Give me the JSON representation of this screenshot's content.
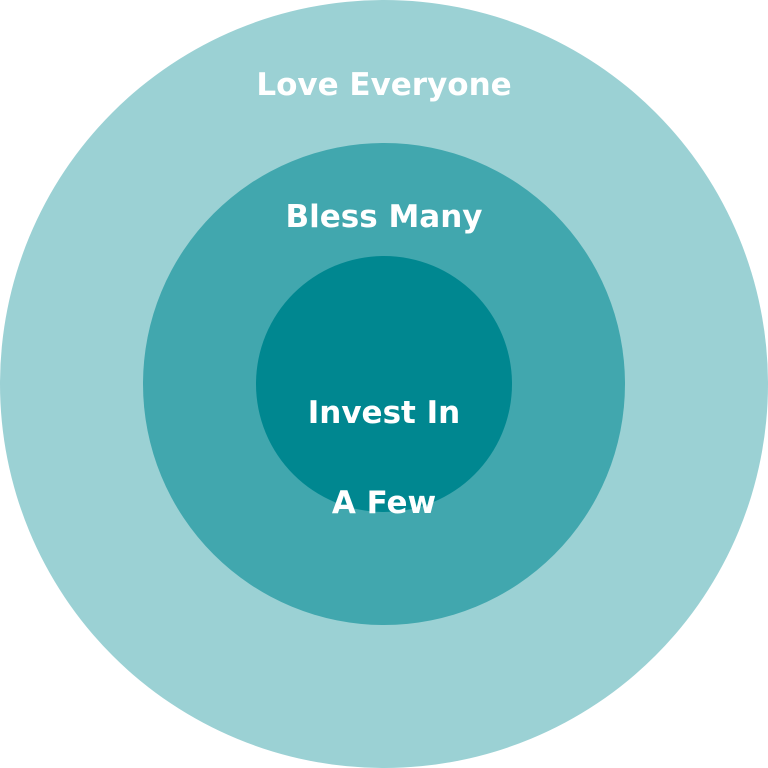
{
  "diagram": {
    "rings": [
      {
        "label": "Love Everyone",
        "color": "#9bd1d4"
      },
      {
        "label": "Bless Many",
        "color": "#41a7ae"
      },
      {
        "label_lines": [
          "Invest In",
          "A Few"
        ],
        "color": "#008790"
      }
    ]
  }
}
